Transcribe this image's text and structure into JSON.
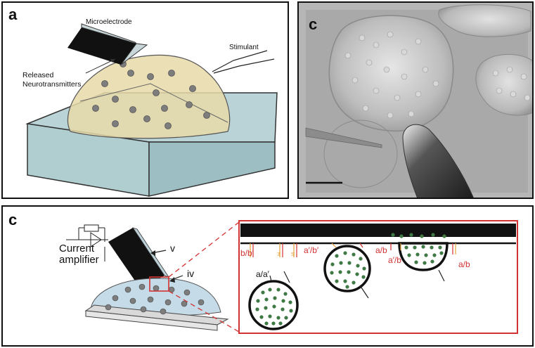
{
  "panels": {
    "a": {
      "letter": "a",
      "labels": {
        "microelectrode": "Microelectrode",
        "stimulant": "Stimulant",
        "released_line1": "Released",
        "released_line2": "Neurotransmitters"
      }
    },
    "b": {
      "letter": "c"
    },
    "c": {
      "letter": "c",
      "labels": {
        "current_line1": "Current",
        "current_line2": "amplifier",
        "v": "v",
        "iv": "iv",
        "bb": "b/b′",
        "aa_prime": "a′/b′",
        "ab1": "a/b",
        "aprime_b": "a′/b",
        "ab2": "a/b",
        "aa": "a/a′",
        "three_prime": "3′",
        "five_prime": "5′"
      }
    }
  },
  "colors": {
    "substrate_top": "#b9d3d6",
    "substrate_side": "#9bbcc0",
    "cell_fill": "#e8d9a8",
    "vesicle": "#7d7d7d",
    "electrode": "#111111",
    "highlight": "#d23232",
    "green_dot": "#3f7a45",
    "orange_line": "#e3a23a"
  }
}
